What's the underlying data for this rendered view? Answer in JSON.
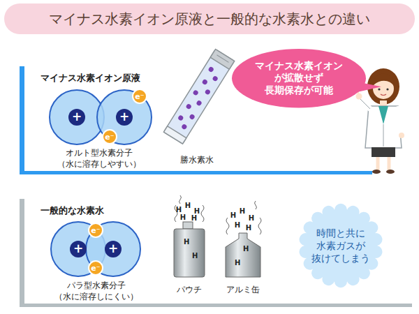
{
  "diagram": {
    "title": "マイナス水素イオン原液と一般的な水素水との違い",
    "nodes": [
      {
        "text": [
          "マイナス水素イオン原液"
        ]
      },
      {
        "text": [
          "+"
        ],
        "in": 0
      },
      {
        "text": [
          "+"
        ],
        "in": 0
      },
      {
        "text": [
          "e⁻"
        ],
        "in": 0
      },
      {
        "text": [
          "e⁻"
        ],
        "in": 0
      },
      {
        "text": [
          "マイナス水素イオン が拡散せず 長期保存が可能"
        ],
        "in": 0
      },
      {
        "text": [
          "一般的な水素水"
        ]
      },
      {
        "text": [
          "+"
        ],
        "in": 6
      },
      {
        "text": [
          "+"
        ],
        "in": 6
      },
      {
        "text": [
          "e⁻"
        ],
        "in": 6
      },
      {
        "text": [
          "e⁻"
        ],
        "in": 6
      },
      {
        "text": [
          "H",
          "H"
        ],
        "in": 6
      },
      {
        "text": [
          "H",
          "H"
        ],
        "in": 6
      },
      {
        "text": [
          "時間と共に 水素ガスが 抜けてしまう"
        ],
        "in": 6
      }
    ],
    "labels": [
      "オルト型水素分子 （水に溶存しやすい）",
      "勝水素水",
      "パラ型水素分子 （水に溶存しにくい）",
      "H",
      "H",
      "H",
      "H",
      "H",
      "H",
      "H",
      "H",
      "H",
      "H",
      "パウチ",
      "アルミ缶"
    ]
  }
}
